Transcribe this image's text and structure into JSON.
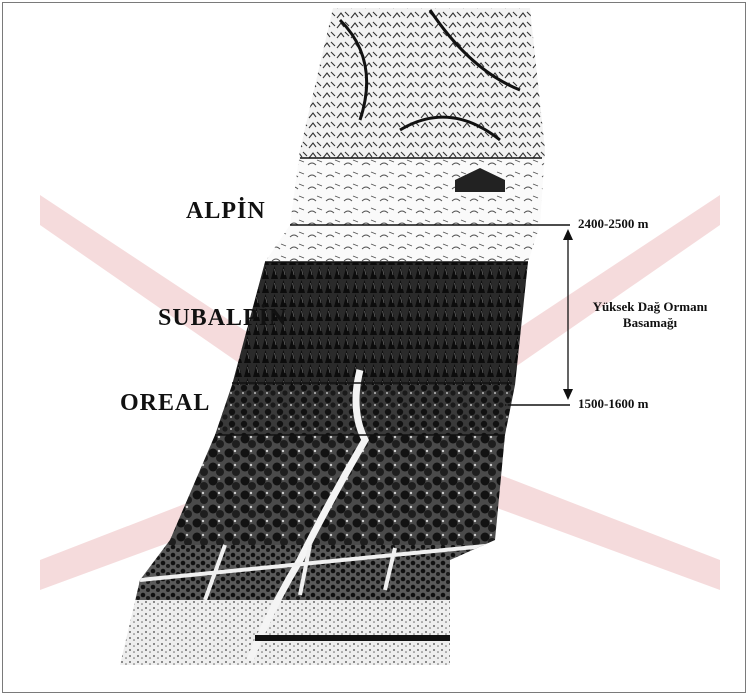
{
  "diagram": {
    "zones": {
      "alpine": "ALPİN",
      "subalpine": "SUBALPİN",
      "oreal": "OREAL"
    },
    "altitudes": {
      "upper": "2400-2500 m",
      "lower": "1500-1600 m"
    },
    "belt_label": {
      "line1": "Yüksek Dağ Ormanı",
      "line2": "Basamağı"
    },
    "colors": {
      "ink": "#111111",
      "watermark": "#c9383d"
    }
  }
}
